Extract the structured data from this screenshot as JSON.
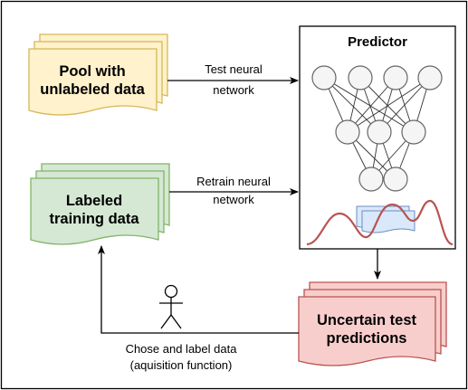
{
  "nodes": {
    "pool": {
      "line1": "Pool with",
      "line2": "unlabeled data"
    },
    "labeled": {
      "line1": "Labeled",
      "line2": "training data"
    },
    "predictor": {
      "title": "Predictor"
    },
    "uncertain": {
      "line1": "Uncertain test",
      "line2": "predictions"
    }
  },
  "edges": {
    "test": {
      "line1": "Test neural",
      "line2": "network"
    },
    "retrain": {
      "line1": "Retrain neural",
      "line2": "network"
    },
    "chose": {
      "line1": "Chose and label data",
      "line2": "(aquisition function)"
    }
  },
  "colors": {
    "pool_fill": "#fff2cc",
    "pool_stroke": "#d6b656",
    "labeled_fill": "#d5e8d4",
    "labeled_stroke": "#82b366",
    "uncertain_fill": "#f8cecc",
    "uncertain_stroke": "#b85450",
    "curve": "#b85450",
    "gaussian_fill": "#dae8fc",
    "gaussian_stroke": "#6c8ebf"
  },
  "icons": [
    "actor-icon",
    "neural-network-icon",
    "gaussian-curve-icon"
  ]
}
